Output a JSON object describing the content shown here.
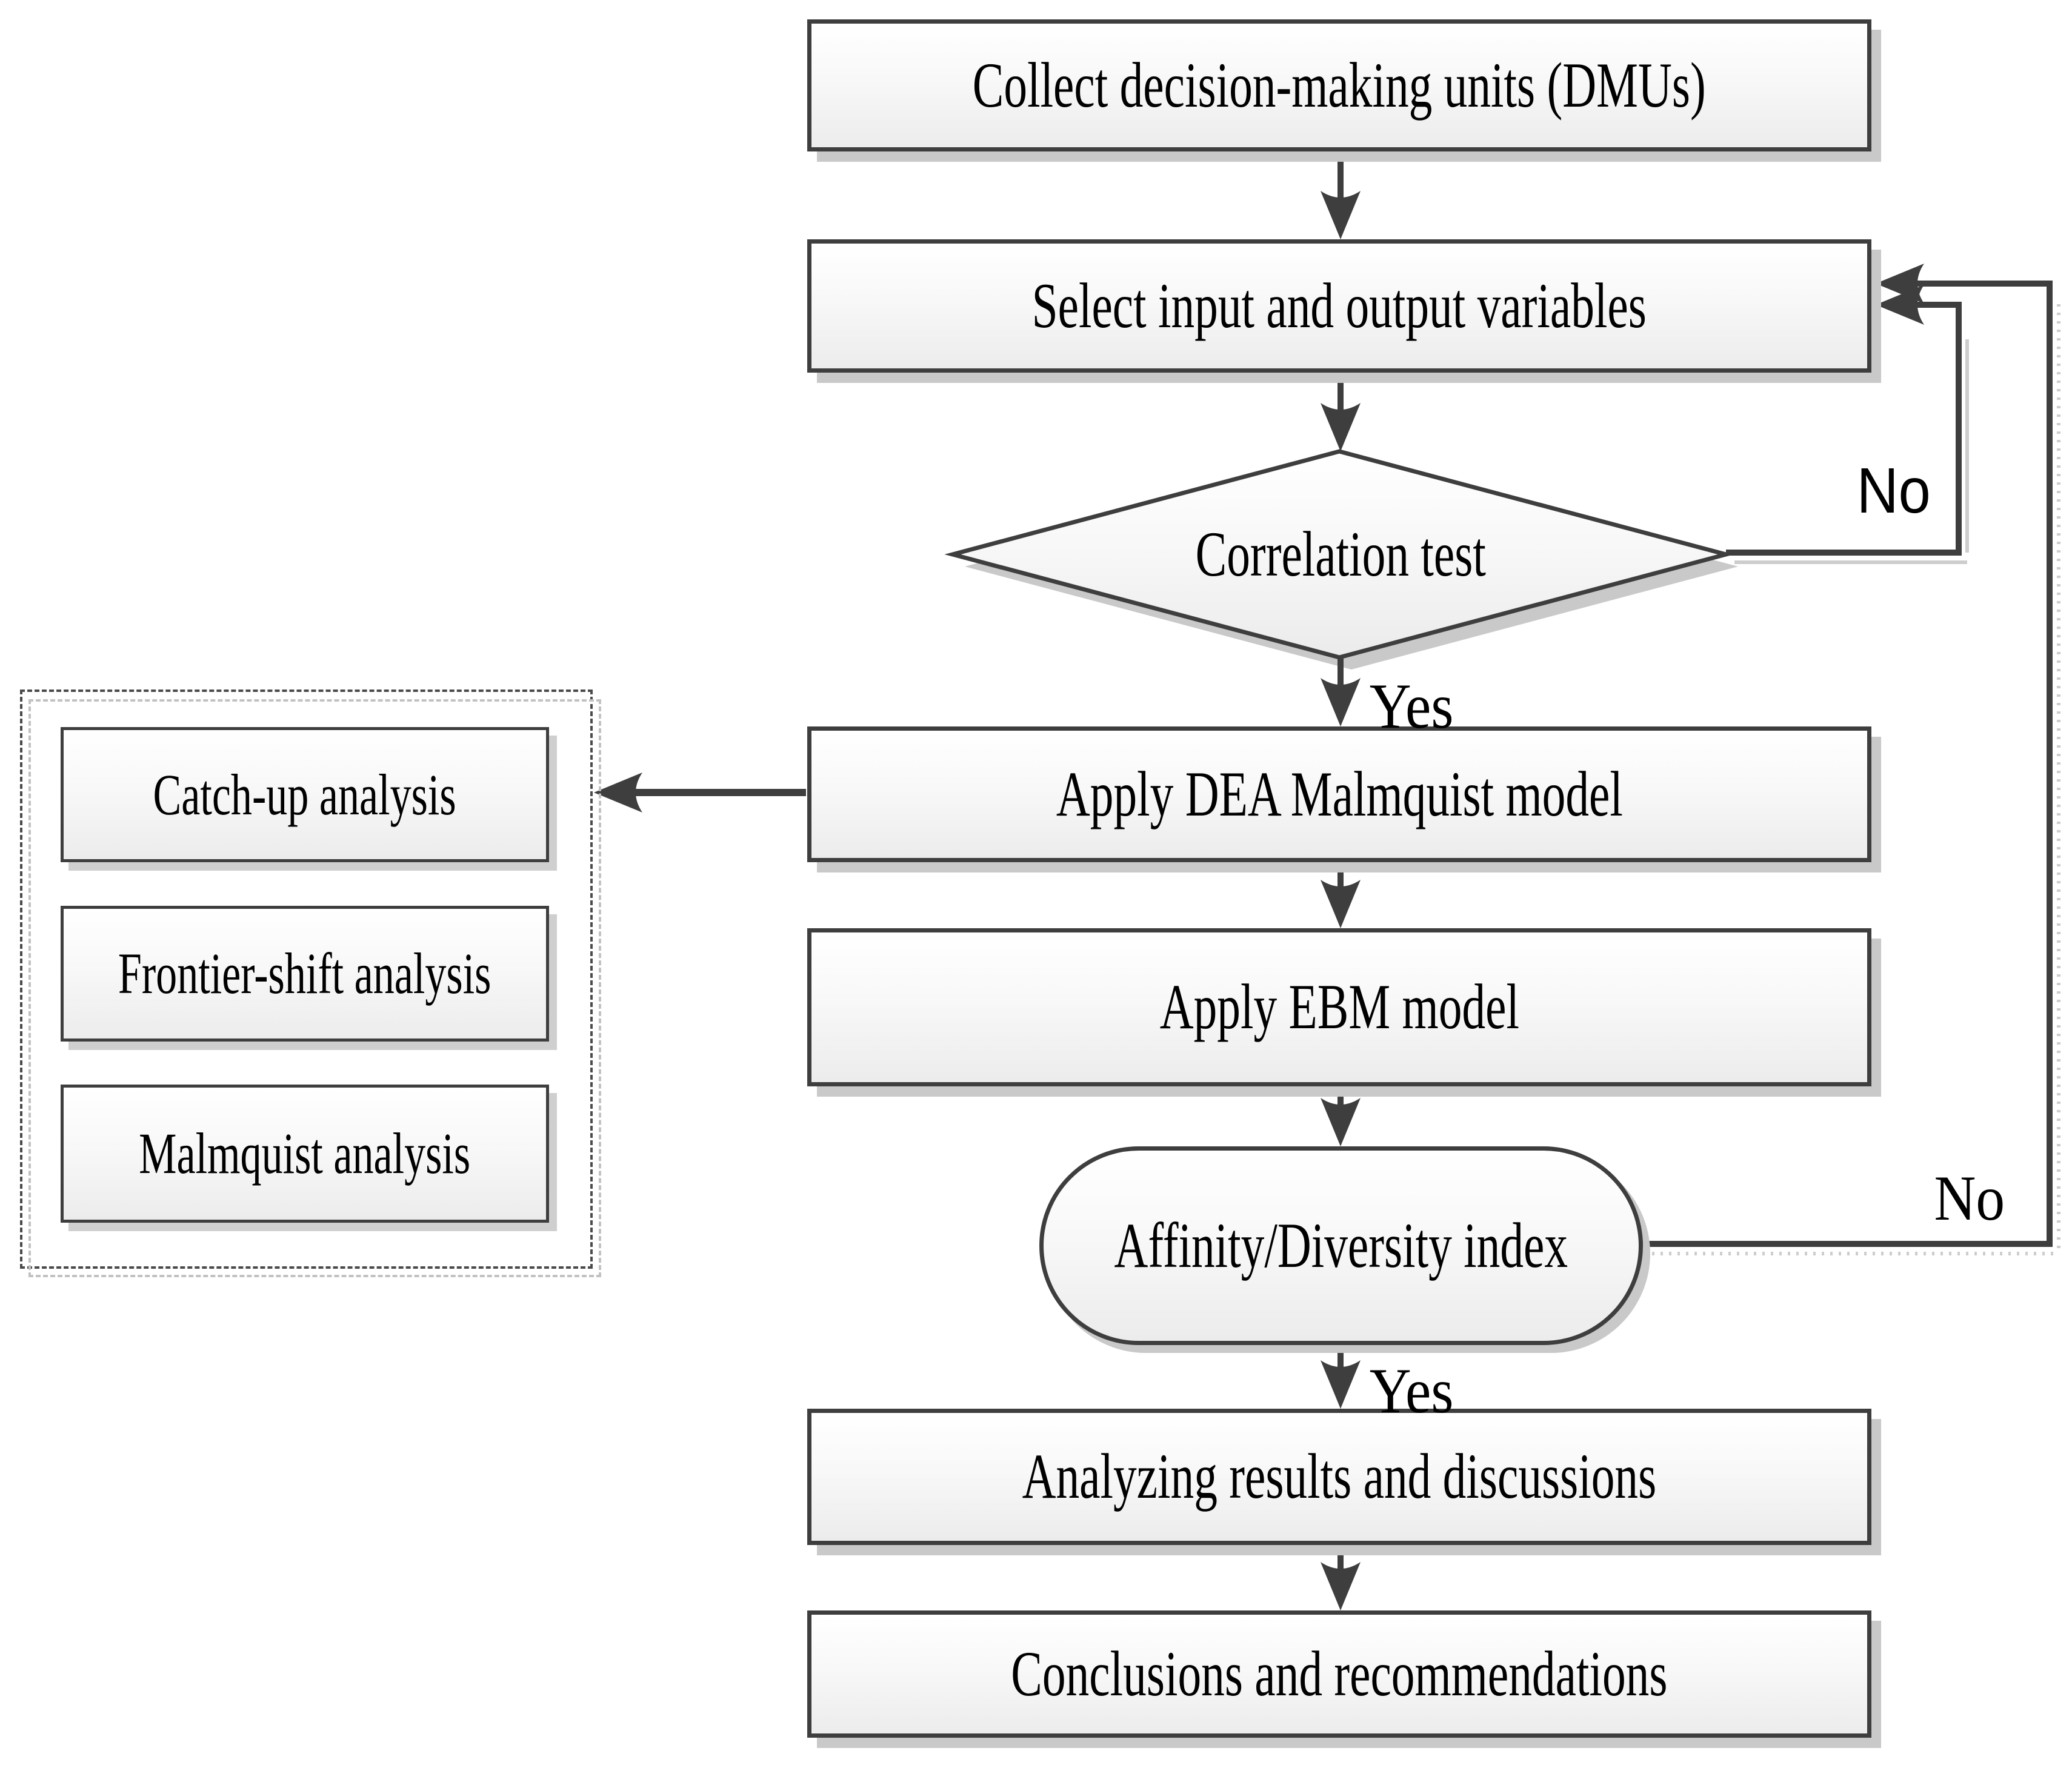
{
  "flowchart": {
    "nodes": {
      "collect": {
        "label": "Collect decision-making units (DMUs)",
        "type": "process"
      },
      "select": {
        "label": "Select input and output variables",
        "type": "process"
      },
      "correlation": {
        "label": "Correlation test",
        "type": "decision"
      },
      "dea_malmquist": {
        "label": "Apply DEA Malmquist model",
        "type": "process"
      },
      "ebm": {
        "label": "Apply EBM model",
        "type": "process"
      },
      "affinity_diversity": {
        "label": "Affinity/Diversity index",
        "type": "decision"
      },
      "analyzing": {
        "label": "Analyzing results and discussions",
        "type": "process"
      },
      "conclusions": {
        "label": "Conclusions and recommendations",
        "type": "process"
      },
      "catch_up": {
        "label": "Catch-up analysis",
        "type": "analysis-output"
      },
      "frontier_shift": {
        "label": "Frontier-shift analysis",
        "type": "analysis-output"
      },
      "malmquist_analysis": {
        "label": "Malmquist analysis",
        "type": "analysis-output"
      }
    },
    "edge_labels": {
      "correlation_yes": "Yes",
      "correlation_no": "No",
      "affinity_yes": "Yes",
      "affinity_no": "No"
    },
    "connections": [
      {
        "from": "Collect decision-making units (DMUs)",
        "to": "Select input and output variables",
        "label": ""
      },
      {
        "from": "Select input and output variables",
        "to": "Correlation test",
        "label": ""
      },
      {
        "from": "Correlation test",
        "to": "Apply DEA Malmquist model",
        "label": "Yes"
      },
      {
        "from": "Correlation test",
        "to": "Select input and output variables",
        "label": "No"
      },
      {
        "from": "Apply DEA Malmquist model",
        "to": "Catch-up analysis, Frontier-shift analysis, Malmquist analysis",
        "label": ""
      },
      {
        "from": "Apply DEA Malmquist model",
        "to": "Apply EBM model",
        "label": ""
      },
      {
        "from": "Apply EBM model",
        "to": "Affinity/Diversity index",
        "label": ""
      },
      {
        "from": "Affinity/Diversity index",
        "to": "Analyzing results and discussions",
        "label": "Yes"
      },
      {
        "from": "Affinity/Diversity index",
        "to": "Select input and output variables",
        "label": "No"
      },
      {
        "from": "Analyzing results and discussions",
        "to": "Conclusions and recommendations",
        "label": ""
      }
    ]
  },
  "colors": {
    "box_border": "#3e3e3e",
    "box_fill_top": "#ffffff",
    "box_fill_bottom": "#ececec",
    "connector": "#3e3e3e",
    "shadow": "#c9c9c9",
    "text": "#000000",
    "background": "#ffffff"
  }
}
